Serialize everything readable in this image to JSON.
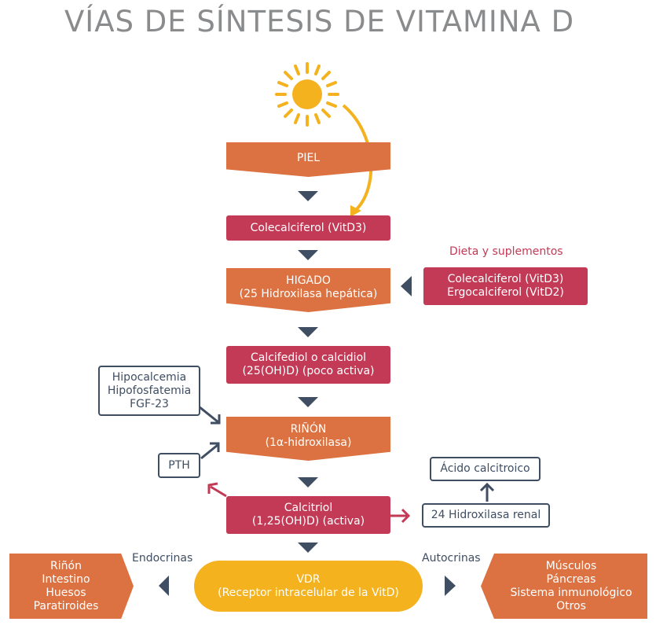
{
  "title": "VÍAS DE SÍNTESIS DE VITAMINA D",
  "colors": {
    "orange": "#dc7241",
    "crimson": "#c23a56",
    "navy": "#3f4e63",
    "sun": "#f4b21f",
    "gray_title": "#8a8b8d"
  },
  "flow": {
    "piel": "PIEL",
    "colecalciferol": "Colecalciferol (VitD3)",
    "higado_line1": "HIGADO",
    "higado_line2": "(25 Hidroxilasa hepática)",
    "calcifediol_line1": "Calcifediol o calcidiol",
    "calcifediol_line2": "(25(OH)D) (poco activa)",
    "rinon_line1": "RIÑÓN",
    "rinon_line2": "(1α-hidroxilasa)",
    "calcitriol_line1": "Calcitriol",
    "calcitriol_line2": "(1,25(OH)D) (activa)",
    "vdr_line1": "VDR",
    "vdr_line2": "(Receptor intracelular de la VitD)"
  },
  "dieta": {
    "label": "Dieta y suplementos",
    "line1": "Colecalciferol (VitD3)",
    "line2": "Ergocalciferol (VitD2)"
  },
  "regulators": {
    "box_line1": "Hipocalcemia",
    "box_line2": "Hipofosfatemia",
    "box_line3": "FGF-23",
    "pth": "PTH"
  },
  "catabolism": {
    "enzyme": "24 Hidroxilasa renal",
    "product": "Ácido calcitroico"
  },
  "endocrine": {
    "label": "Endocrinas",
    "targets": [
      "Riñón",
      "Intestino",
      "Huesos",
      "Paratiroides"
    ]
  },
  "autocrine": {
    "label": "Autocrinas",
    "targets": [
      "Músculos",
      "Páncreas",
      "Sistema inmunológico",
      "Otros"
    ]
  }
}
